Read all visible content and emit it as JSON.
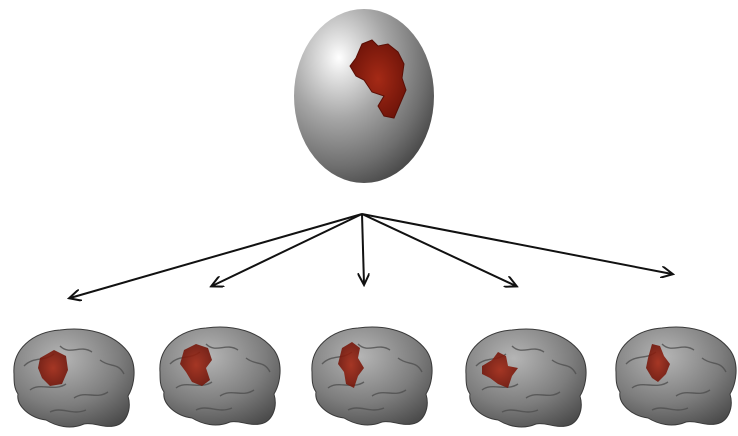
{
  "diagram": {
    "source": {
      "shape": "sphere",
      "lesion_color": "#8b1a10",
      "sphere_color": "#8c8c8c"
    },
    "targets": [
      {
        "shape": "brain",
        "lesion_color": "#8b1a10"
      },
      {
        "shape": "brain",
        "lesion_color": "#8b1a10"
      },
      {
        "shape": "brain",
        "lesion_color": "#8b1a10"
      },
      {
        "shape": "brain",
        "lesion_color": "#8b1a10"
      },
      {
        "shape": "brain",
        "lesion_color": "#8b1a10"
      }
    ],
    "arrow_color": "#111111",
    "brain_color": "#7a7a7a"
  }
}
